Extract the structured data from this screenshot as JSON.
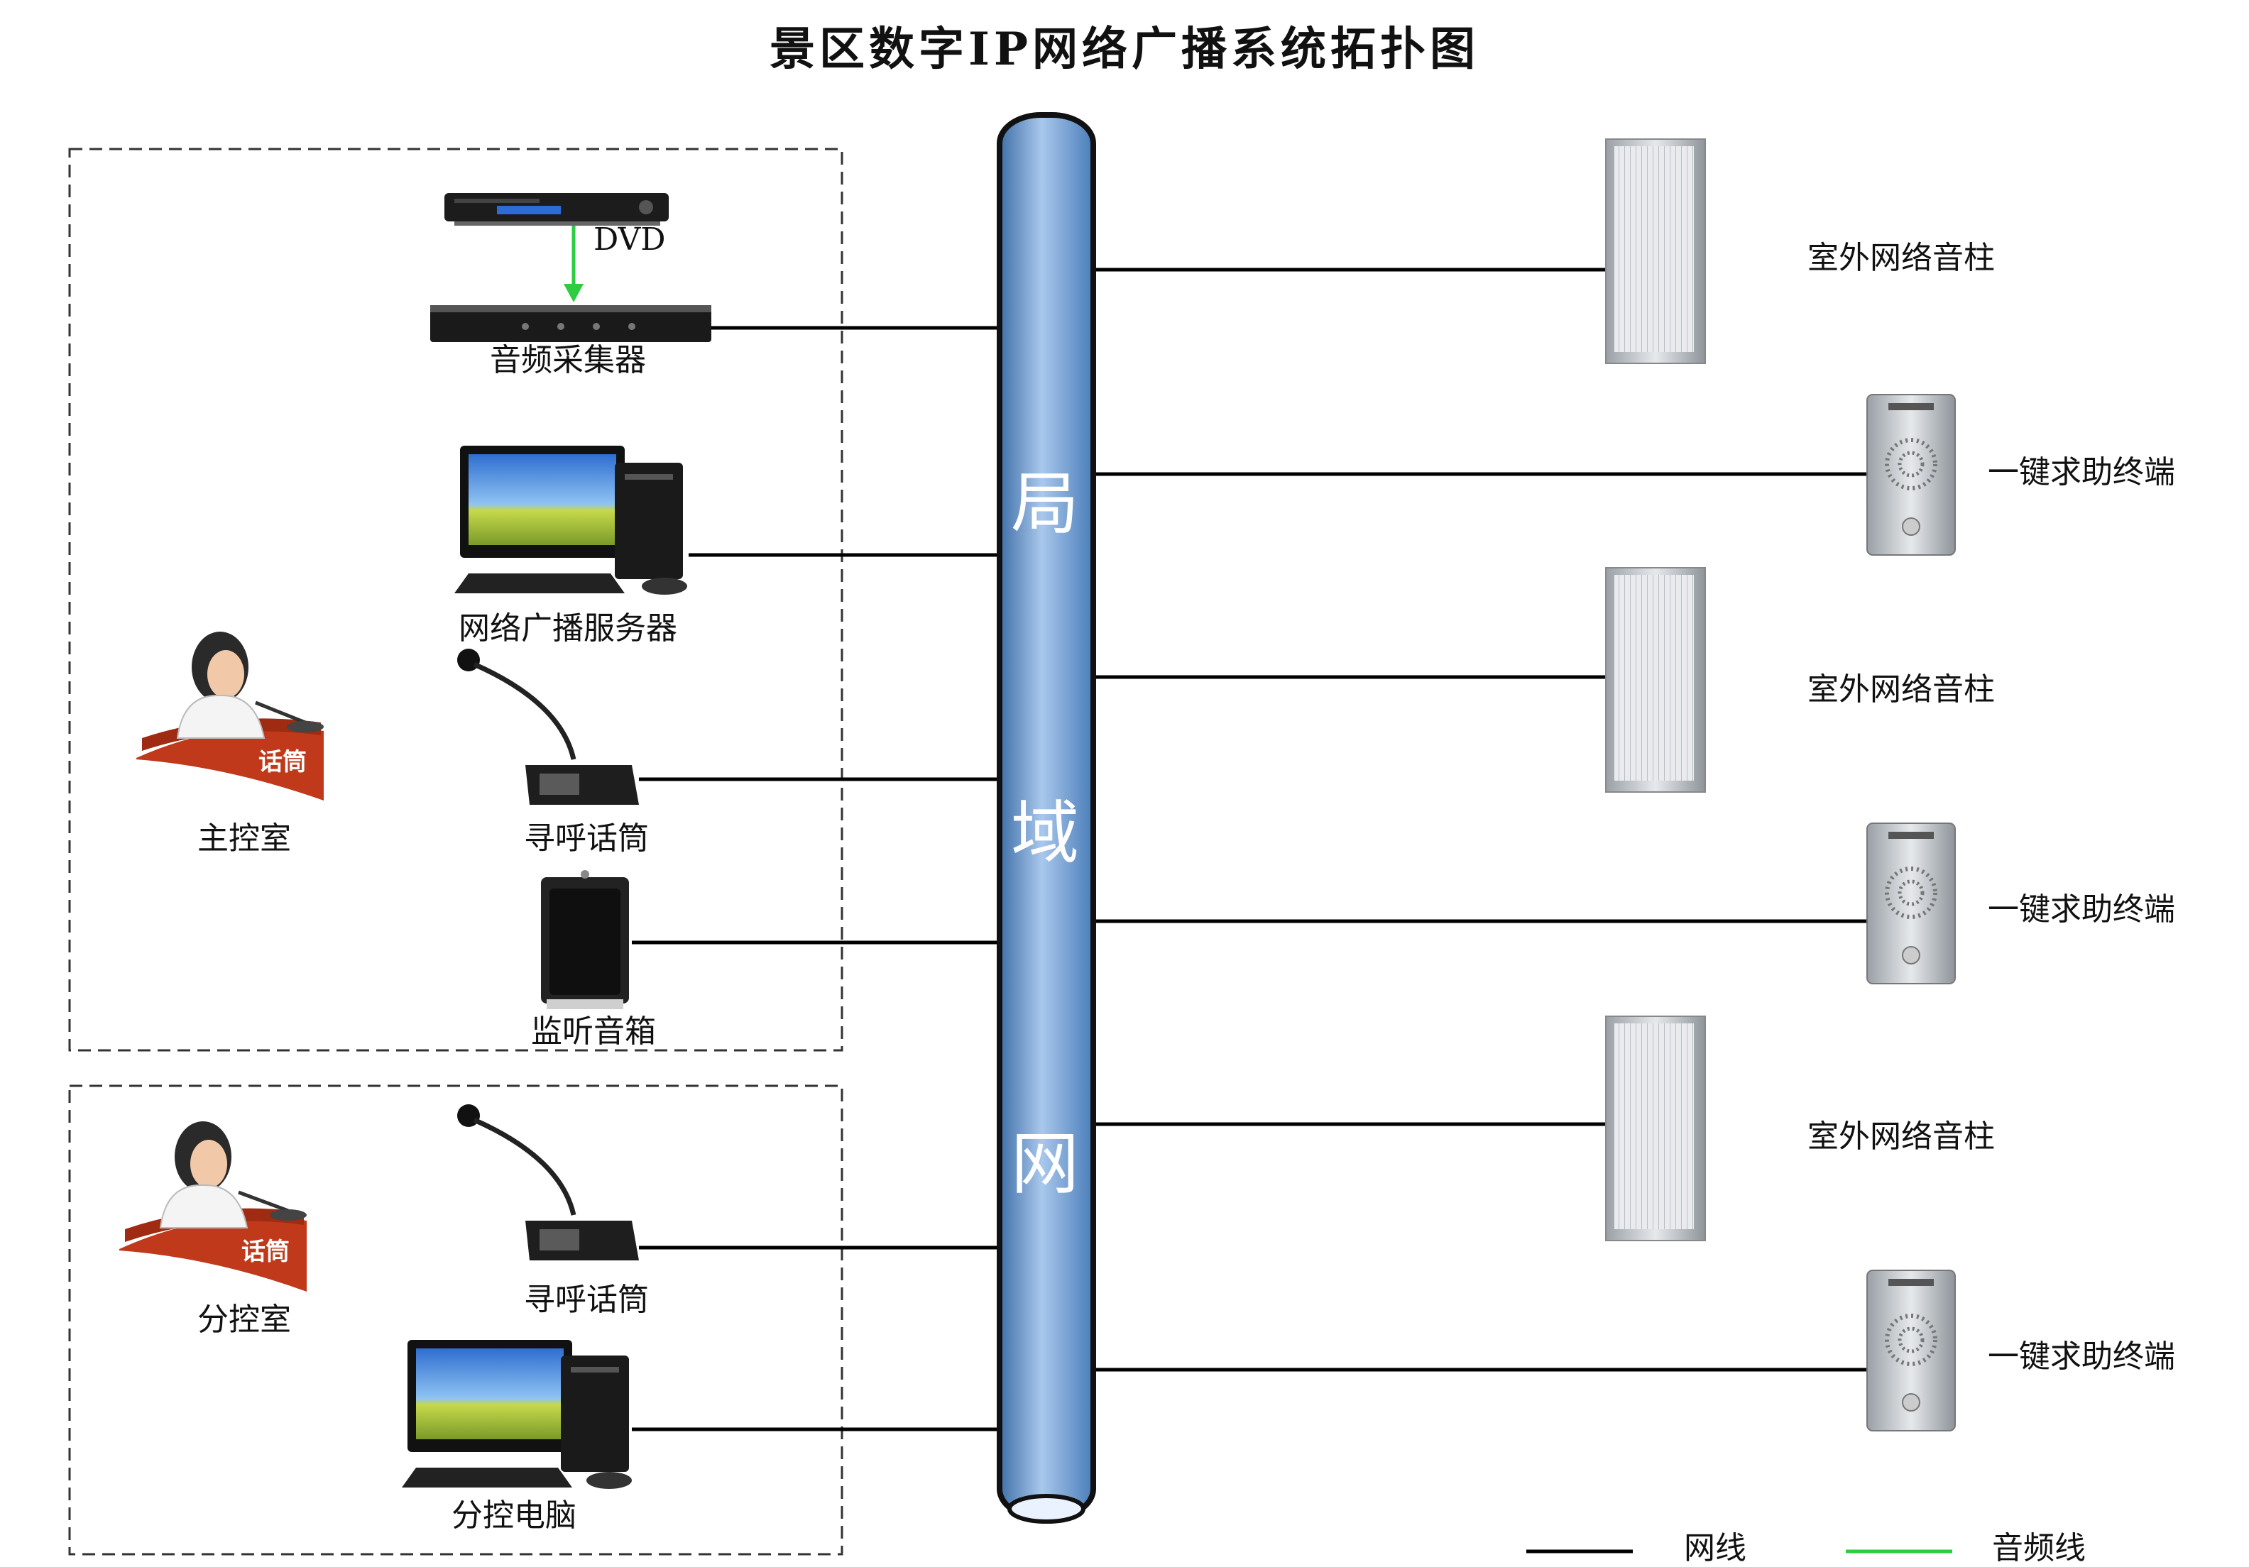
{
  "title": "景区数字IP网络广播系统拓扑图",
  "lan": {
    "chars": [
      "局",
      "域",
      "网"
    ],
    "color": "#6b9bd1"
  },
  "main_room": {
    "label": "主控室",
    "mic_tag": "话筒",
    "devices": {
      "dvd": "DVD",
      "audio_collector": "音频采集器",
      "server": "网络广播服务器",
      "paging_mic": "寻呼话筒",
      "monitor_speaker": "监听音箱"
    }
  },
  "sub_room": {
    "label": "分控室",
    "mic_tag": "话筒",
    "devices": {
      "paging_mic": "寻呼话筒",
      "computer": "分控电脑"
    }
  },
  "terminals": [
    {
      "type": "speaker",
      "label": "室外网络音柱"
    },
    {
      "type": "help",
      "label": "一键求助终端"
    },
    {
      "type": "speaker",
      "label": "室外网络音柱"
    },
    {
      "type": "help",
      "label": "一键求助终端"
    },
    {
      "type": "speaker",
      "label": "室外网络音柱"
    },
    {
      "type": "help",
      "label": "一键求助终端"
    }
  ],
  "legend": [
    {
      "label": "网线",
      "color": "#000000"
    },
    {
      "label": "音频线",
      "color": "#2ecc40"
    }
  ]
}
